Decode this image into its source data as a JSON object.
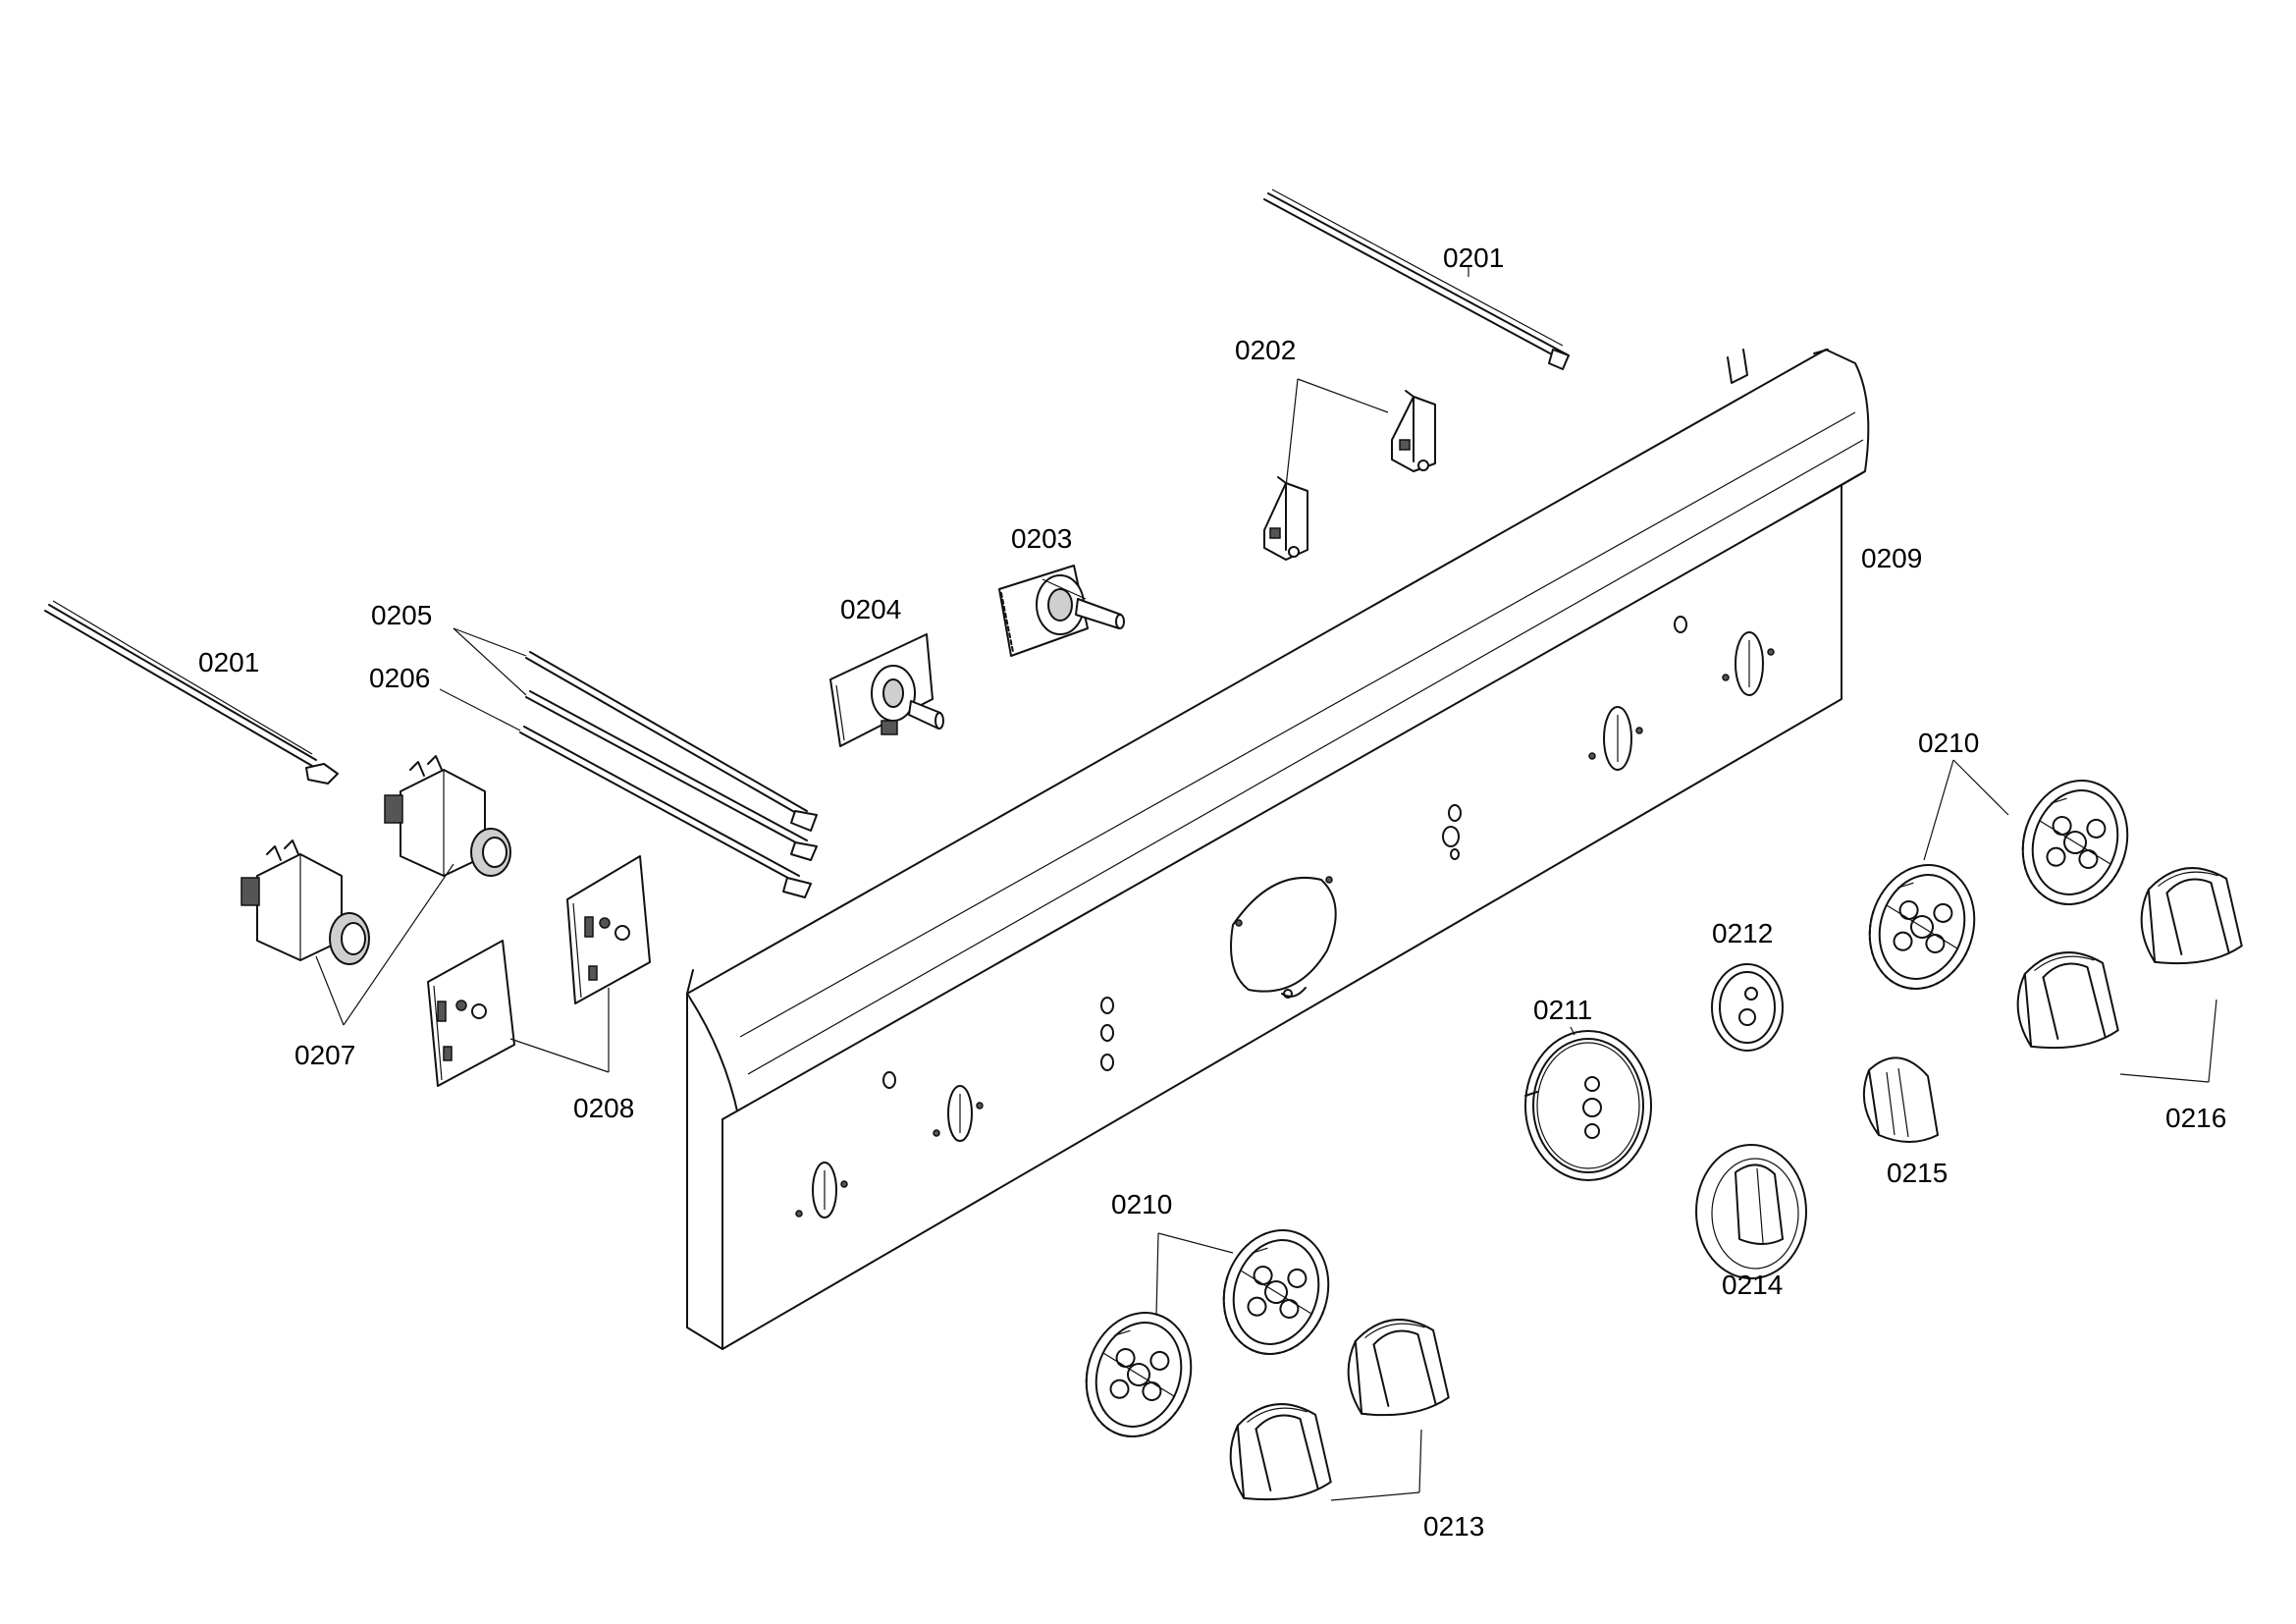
{
  "diagram": {
    "part_labels": {
      "p0201_right": "0201",
      "p0201_left": "0201",
      "p0202": "0202",
      "p0203": "0203",
      "p0204": "0204",
      "p0205": "0205",
      "p0206": "0206",
      "p0207": "0207",
      "p0208": "0208",
      "p0209": "0209",
      "p0210_right": "0210",
      "p0210_bottom": "0210",
      "p0211": "0211",
      "p0212": "0212",
      "p0213": "0213",
      "p0214": "0214",
      "p0215": "0215",
      "p0216": "0216"
    }
  }
}
